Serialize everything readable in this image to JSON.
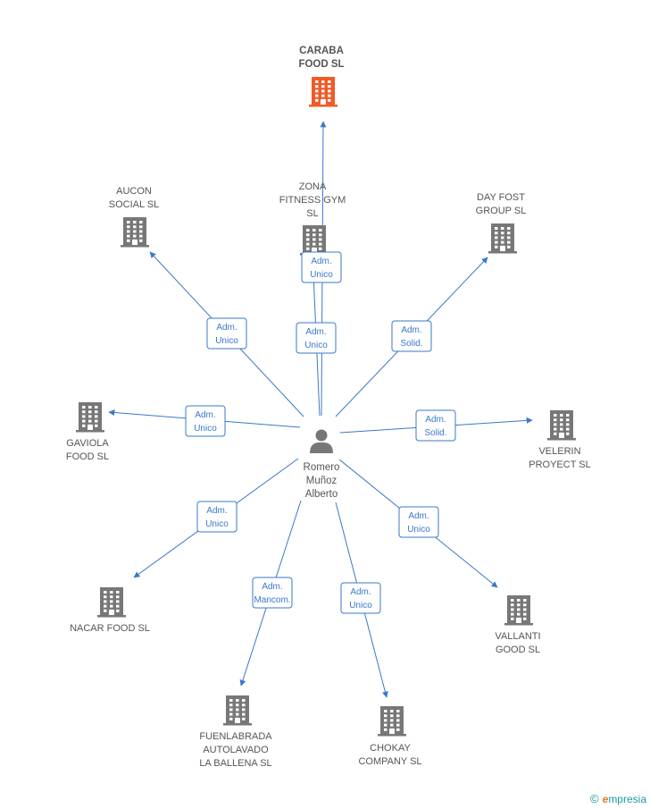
{
  "center": {
    "label_lines": [
      "Romero",
      "Muñoz",
      "Alberto"
    ],
    "icon": "person-icon"
  },
  "main_company": {
    "label_lines": [
      "CARABA",
      "FOOD SL"
    ],
    "icon": "building-icon",
    "color": "#f05a28"
  },
  "companies": [
    {
      "id": "zona",
      "label_lines": [
        "ZONA",
        "FITNESS GYM",
        "SL"
      ],
      "relation": [
        "Adm.",
        "Unico"
      ]
    },
    {
      "id": "aucon",
      "label_lines": [
        "AUCON",
        "SOCIAL SL"
      ],
      "relation": [
        "Adm.",
        "Unico"
      ]
    },
    {
      "id": "dayfost",
      "label_lines": [
        "DAY FOST",
        "GROUP SL"
      ],
      "relation": [
        "Adm.",
        "Solid."
      ]
    },
    {
      "id": "gaviola",
      "label_lines": [
        "GAVIOLA",
        "FOOD SL"
      ],
      "relation": [
        "Adm.",
        "Unico"
      ]
    },
    {
      "id": "velerin",
      "label_lines": [
        "VELERIN",
        "PROYECT SL"
      ],
      "relation": [
        "Adm.",
        "Solid."
      ]
    },
    {
      "id": "nacar",
      "label_lines": [
        "NACAR FOOD SL"
      ],
      "relation": [
        "Adm.",
        "Unico"
      ]
    },
    {
      "id": "vallanti",
      "label_lines": [
        "VALLANTI",
        "GOOD SL"
      ],
      "relation": [
        "Adm.",
        "Unico"
      ]
    },
    {
      "id": "fuenlabrada",
      "label_lines": [
        "FUENLABRADA",
        "AUTOLAVADO",
        "LA BALLENA  SL"
      ],
      "relation": [
        "Adm.",
        "Mancom."
      ]
    },
    {
      "id": "chokay",
      "label_lines": [
        "CHOKAY",
        "COMPANY SL"
      ],
      "relation": [
        "Adm.",
        "Unico"
      ]
    }
  ],
  "main_relation": [
    "Adm.",
    "Unico"
  ],
  "colors": {
    "edge": "#3a78c9",
    "building": "#777777",
    "main_building": "#f05a28",
    "person": "#777777"
  },
  "brand": {
    "copyright": "©",
    "name_first": "e",
    "name_rest": "mpresia"
  }
}
